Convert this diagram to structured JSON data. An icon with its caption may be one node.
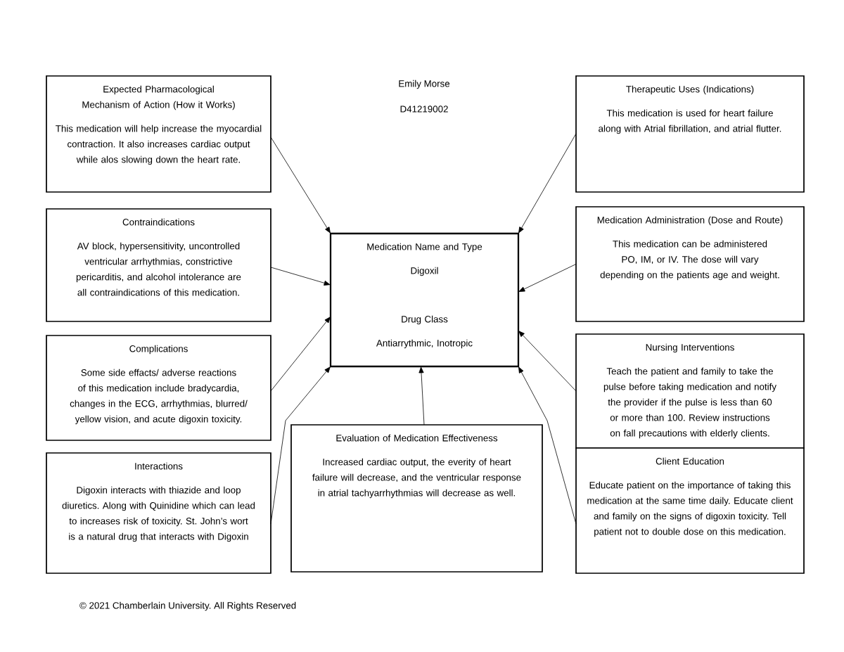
{
  "diagram": {
    "nodes": [
      {
        "text": [
          "Expected Pharmacological Mechanism of Action (How it Works)",
          "This medication will help increase the myocardial contraction. It also increases cardiac output while alos slowing down the heart rate."
        ]
      },
      {
        "text": [
          "Therapeutic Uses (Indications)",
          "This medication is used for heart failure along with Atrial fibrillation, and atrial flutter."
        ]
      },
      {
        "text": [
          "Contraindications",
          "AV block, hypersensitivity, uncontrolled ventricular arrhythmias, constrictive pericarditis, and alcohol intolerance are all contraindications of this medication."
        ]
      },
      {
        "text": [
          "Medication Administration (Dose and Route)",
          "This medication can be administered PO, IM, or IV. The dose will vary depending on the patients age and weight."
        ]
      },
      {
        "text": [
          "Medication Name and Type",
          "Digoxil",
          "Drug Class",
          "Antiarrythmic, Inotropic"
        ]
      },
      {
        "text": [
          "Complications",
          "Some side effacts/ adverse reactions of this medication include bradycardia, changes in the ECG, arrhythmias, blurred/ yellow vision, and acute digoxin toxicity."
        ]
      },
      {
        "text": [
          "Nursing Interventions",
          "Teach the patient and family to take the pulse before taking medication and notify the provider if the pulse is less than 60 or more than 100. Review instructions on fall precautions with elderly clients."
        ]
      },
      {
        "text": [
          "Evaluation of Medication Effectiveness",
          "Increased cardiac output, the everity of heart failure will decrease, and the ventricular response in atrial tachyarrhythmias will decrease as well."
        ]
      },
      {
        "text": [
          "Interactions",
          "Digoxin interacts with thiazide and loop diuretics. Along with Quinidine which can lead to increases risk of toxicity. St. John’s wort is a natural drug that interacts with Digoxin"
        ]
      },
      {
        "text": [
          "Client Education",
          "Educate patient on the importance of taking this medication at the same time daily. Educate client and family on the signs of digoxin toxicity. Tell patient not to double dose on this medication."
        ]
      }
    ],
    "edges": [
      {
        "from": 0,
        "to": 4,
        "arrow": "to"
      },
      {
        "from": 1,
        "to": 4,
        "arrow": "to"
      },
      {
        "from": 2,
        "to": 4,
        "arrow": "to"
      },
      {
        "from": 3,
        "to": 4,
        "arrow": "to"
      },
      {
        "from": 5,
        "to": 4,
        "arrow": "to"
      },
      {
        "from": 6,
        "to": 4,
        "arrow": "to"
      },
      {
        "from": 7,
        "to": 4,
        "arrow": "to"
      },
      {
        "from": 8,
        "to": 4,
        "arrow": "to"
      },
      {
        "from": 9,
        "to": 4,
        "arrow": "to"
      }
    ],
    "labels": [
      "Emily Morse",
      "D41219002",
      "© 2021 Chamberlain University. All Rights Reserved"
    ]
  }
}
